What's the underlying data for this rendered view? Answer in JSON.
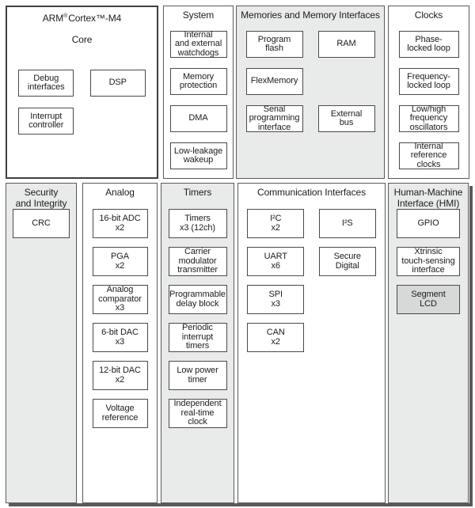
{
  "colors": {
    "section_fill_gray": "#e9eaea",
    "section_fill_white": "#ffffff",
    "box_fill_white": "#ffffff",
    "segment_lcd_fill_gray": "#d7d8d8",
    "section_border": "#595a5c",
    "box_border": "#4a4a4c",
    "text": "#1c1c1c"
  },
  "sections": {
    "arm_core": {
      "title_pre": "ARM",
      "title_reg": "®",
      "title_rest": "Cortex™-M4",
      "title_line2": "Core",
      "boxes": {
        "debug_interfaces": [
          "Debug",
          "interfaces"
        ],
        "dsp": [
          "DSP"
        ],
        "interrupt_controller": [
          "Interrupt",
          "controller"
        ]
      }
    },
    "system": {
      "title": [
        "System"
      ],
      "boxes": {
        "watchdogs": [
          "Internal",
          "and external",
          "watchdogs"
        ],
        "memory_protection": [
          "Memory",
          "protection"
        ],
        "dma": [
          "DMA"
        ],
        "low_leakage_wakeup": [
          "Low-leakage",
          "wakeup"
        ]
      }
    },
    "memories": {
      "title": [
        "Memories and Memory Interfaces"
      ],
      "boxes": {
        "program_flash": [
          "Program",
          "flash"
        ],
        "ram": [
          "RAM"
        ],
        "flexmemory": [
          "FlexMemory"
        ],
        "serial_programming_interface": [
          "Serial",
          "programming",
          "interface"
        ],
        "external_bus": [
          "External",
          "bus"
        ]
      }
    },
    "clocks": {
      "title": [
        "Clocks"
      ],
      "boxes": {
        "phase_locked_loop": [
          "Phase-",
          "locked loop"
        ],
        "frequency_locked_loop": [
          "Frequency-",
          "locked loop"
        ],
        "oscillators": [
          "Low/high",
          "frequency",
          "oscillators"
        ],
        "internal_reference_clocks": [
          "Internal",
          "reference",
          "clocks"
        ]
      }
    },
    "security": {
      "title": [
        "Security",
        "and Integrity"
      ],
      "boxes": {
        "crc": [
          "CRC"
        ]
      }
    },
    "analog": {
      "title": [
        "Analog"
      ],
      "boxes": {
        "adc_16bit": [
          "16-bit ADC",
          "x2"
        ],
        "pga": [
          "PGA",
          "x2"
        ],
        "analog_comparator": [
          "Analog",
          "comparator",
          "x3"
        ],
        "dac_6bit": [
          "6-bit DAC",
          "x3"
        ],
        "dac_12bit": [
          "12-bit DAC",
          "x2"
        ],
        "voltage_reference": [
          "Voltage",
          "reference"
        ]
      }
    },
    "timers": {
      "title": [
        "Timers"
      ],
      "boxes": {
        "timers": [
          "Timers",
          "x3 (12ch)"
        ],
        "carrier_modulator_transmitter": [
          "Carrier",
          "modulator",
          "transmitter"
        ],
        "programmable_delay_block": [
          "Programmable",
          "delay block"
        ],
        "periodic_interrupt_timers": [
          "Periodic",
          "interrupt",
          "timers"
        ],
        "low_power_timer": [
          "Low power",
          "timer"
        ],
        "independent_rtc": [
          "Independent",
          "real-time",
          "clock"
        ]
      }
    },
    "communication": {
      "title": [
        "Communication Interfaces"
      ],
      "boxes": {
        "i2c": [
          "I²C",
          "x2"
        ],
        "i2s": [
          "I²S"
        ],
        "uart": [
          "UART",
          "x6"
        ],
        "secure_digital": [
          "Secure",
          "Digital"
        ],
        "spi": [
          "SPI",
          "x3"
        ],
        "can": [
          "CAN",
          "x2"
        ]
      }
    },
    "hmi": {
      "title": [
        "Human-Machine",
        "Interface (HMI)"
      ],
      "boxes": {
        "gpio": [
          "GPIO"
        ],
        "xtrinsic_touch_sensing": [
          "Xtrinsic",
          "touch-sensing",
          "interface"
        ],
        "segment_lcd": [
          "Segment",
          "LCD"
        ]
      }
    }
  }
}
